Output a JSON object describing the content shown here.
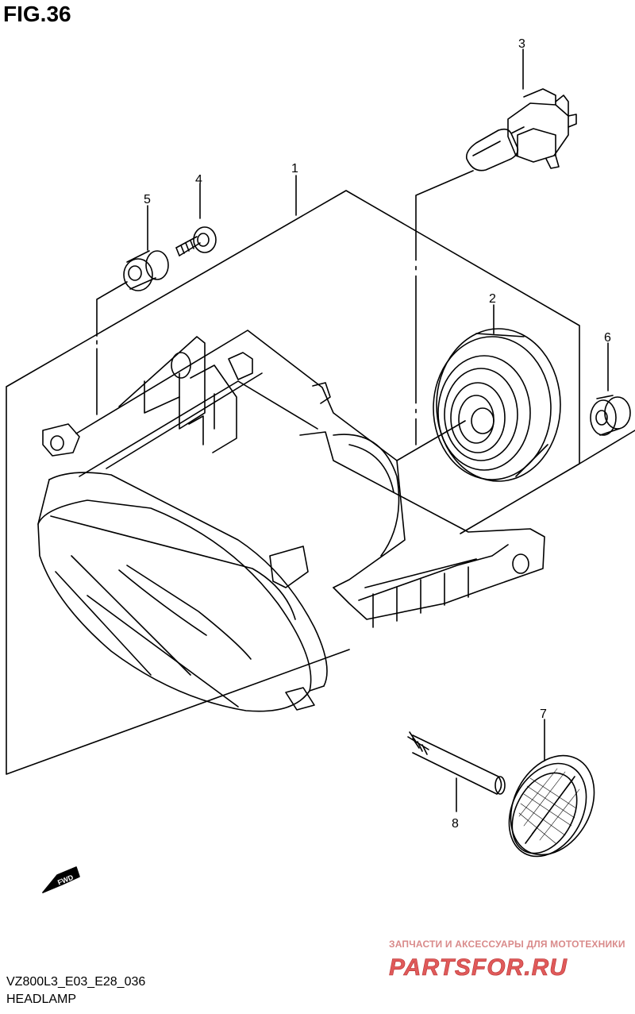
{
  "figure": {
    "title": "FIG.36",
    "model_code": "VZ800L3_E03_E28_036",
    "name": "HEADLAMP"
  },
  "callouts": [
    "1",
    "2",
    "3",
    "4",
    "5",
    "6",
    "7",
    "8"
  ],
  "fwd_label": "FWD",
  "watermark": {
    "tagline": "ЗАПЧАСТИ И АКСЕССУАРЫ ДЛЯ МОТОТЕХНИКИ",
    "brand": "PARTSFOR.RU",
    "color": "#e05a5a"
  }
}
